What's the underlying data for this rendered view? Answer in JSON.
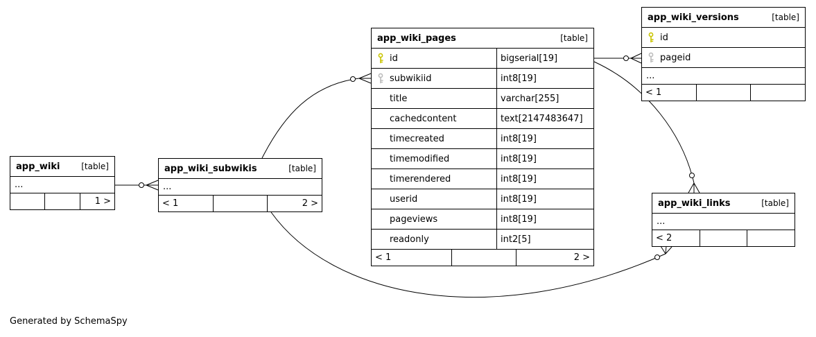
{
  "footer_note": "Generated by SchemaSpy",
  "colors": {
    "key_primary": "#c9c400",
    "key_secondary": "#bdbdbd"
  },
  "tables": {
    "app_wiki": {
      "name": "app_wiki",
      "tag": "[table]",
      "ellipsis": "...",
      "footer": [
        "",
        "",
        "1 >"
      ]
    },
    "app_wiki_subwikis": {
      "name": "app_wiki_subwikis",
      "tag": "[table]",
      "ellipsis": "...",
      "footer": [
        "< 1",
        "",
        "2 >"
      ]
    },
    "app_wiki_pages": {
      "name": "app_wiki_pages",
      "tag": "[table]",
      "columns": [
        {
          "name": "id",
          "type": "bigserial[19]",
          "key": "primary"
        },
        {
          "name": "subwikiid",
          "type": "int8[19]",
          "key": "foreign"
        },
        {
          "name": "title",
          "type": "varchar[255]",
          "key": ""
        },
        {
          "name": "cachedcontent",
          "type": "text[2147483647]",
          "key": ""
        },
        {
          "name": "timecreated",
          "type": "int8[19]",
          "key": ""
        },
        {
          "name": "timemodified",
          "type": "int8[19]",
          "key": ""
        },
        {
          "name": "timerendered",
          "type": "int8[19]",
          "key": ""
        },
        {
          "name": "userid",
          "type": "int8[19]",
          "key": ""
        },
        {
          "name": "pageviews",
          "type": "int8[19]",
          "key": ""
        },
        {
          "name": "readonly",
          "type": "int2[5]",
          "key": ""
        }
      ],
      "footer": [
        "< 1",
        "",
        "2 >"
      ]
    },
    "app_wiki_versions": {
      "name": "app_wiki_versions",
      "tag": "[table]",
      "columns": [
        {
          "name": "id",
          "key": "primary"
        },
        {
          "name": "pageid",
          "key": "foreign"
        }
      ],
      "ellipsis": "...",
      "footer": [
        "< 1",
        "",
        ""
      ]
    },
    "app_wiki_links": {
      "name": "app_wiki_links",
      "tag": "[table]",
      "ellipsis": "...",
      "footer": [
        "< 2",
        "",
        ""
      ]
    }
  }
}
